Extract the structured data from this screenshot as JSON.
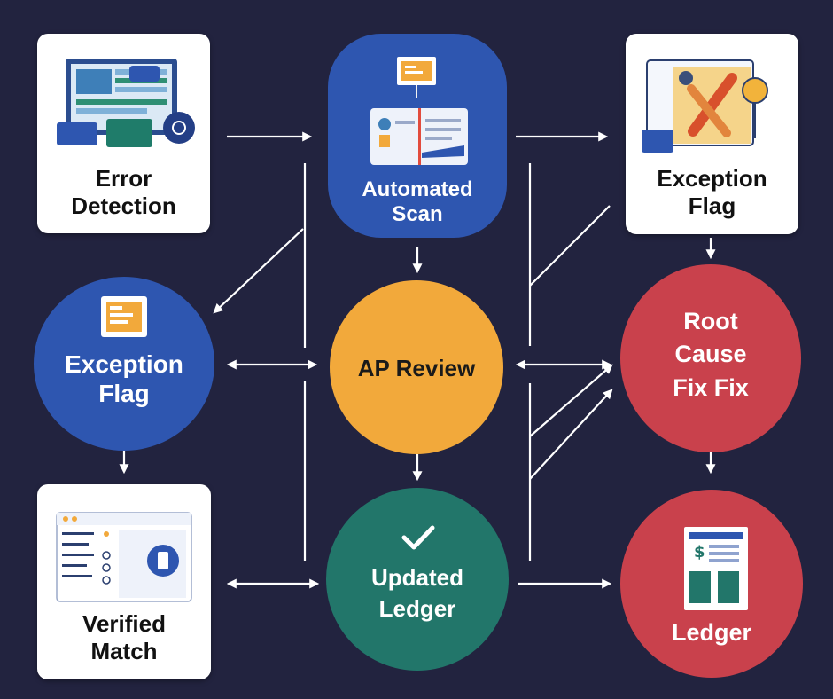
{
  "colors": {
    "background": "#22233f",
    "blue": "#2e56b0",
    "yellow": "#f2a93b",
    "red": "#c9414c",
    "green": "#22766a",
    "card": "#ffffff",
    "arrow": "#ffffff"
  },
  "nodes": {
    "error_detection": {
      "label": "Error\nDetection",
      "icon": "monitor-dashboard-icon"
    },
    "automated_scan": {
      "label": "Automated\nScan",
      "icon": "document-scan-icon"
    },
    "exception_flag_top": {
      "label": "Exception\nFlag",
      "icon": "wrench-tool-icon"
    },
    "exception_flag_left": {
      "label": "Exception\nFlag",
      "icon": "flag-sticker-icon"
    },
    "ap_review": {
      "label": "AP Review"
    },
    "root_cause": {
      "label": "Root\nCause\nFix Fix"
    },
    "verified_match": {
      "label": "Verified\nMatch",
      "icon": "match-list-icon"
    },
    "updated_ledger": {
      "label": "Updated\nLedger",
      "icon": "checkmark-icon"
    },
    "ledger": {
      "label": "Ledger",
      "icon": "ledger-book-icon"
    }
  }
}
